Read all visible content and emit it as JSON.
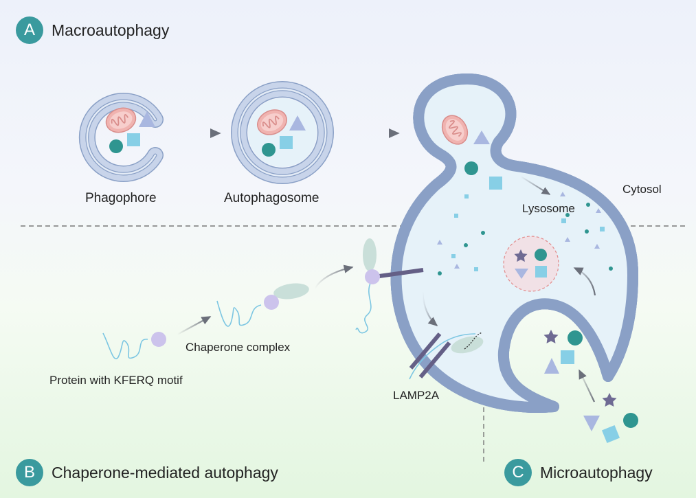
{
  "sections": {
    "a": {
      "letter": "A",
      "title": "Macroautophagy"
    },
    "b": {
      "letter": "B",
      "title": "Chaperone-mediated autophagy"
    },
    "c": {
      "letter": "C",
      "title": "Microautophagy"
    }
  },
  "labels": {
    "phagophore": "Phagophore",
    "autophagosome": "Autophagosome",
    "lysosome": "Lysosome",
    "cytosol": "Cytosol",
    "chaperone_complex": "Chaperone complex",
    "protein_kferq": "Protein with KFERQ motif",
    "lamp2a": "LAMP2A"
  },
  "colors": {
    "badge": "#3a9a9e",
    "membrane": "#b4c4de",
    "membrane_edge": "#8aa0c6",
    "lumen": "#e6f2f9",
    "mitochondrion": "#e6a3a1",
    "triangle": "#a9b7e0",
    "square": "#87cfe6",
    "circle": "#2f9590",
    "star": "#6e6a93",
    "chaperone": "#ccc3ec",
    "protein_strand": "#7cc6e2",
    "lamp2a_bar": "#645f86",
    "arrow": "#6b6f7a"
  },
  "icons": [
    "mitochondrion-icon",
    "triangle-icon",
    "square-icon",
    "circle-icon",
    "star-icon",
    "arrow-icon"
  ]
}
